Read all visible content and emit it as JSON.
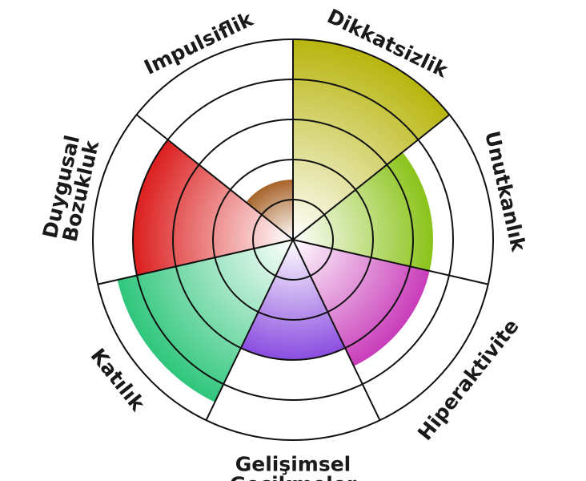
{
  "chart_data": {
    "type": "polar-area",
    "title": "",
    "ring_levels": 5,
    "max_value": 5,
    "categories": [
      {
        "label_lines": [
          "Dikkatsizlik"
        ],
        "value": 5,
        "color": "#b8b50e"
      },
      {
        "label_lines": [
          "Unutkanlık"
        ],
        "value": 3.5,
        "color": "#8bc31a"
      },
      {
        "label_lines": [
          "Hiperaktivite"
        ],
        "value": 3.5,
        "color": "#c93cba"
      },
      {
        "label_lines": [
          "Gelişimsel",
          "Gecikmeler"
        ],
        "value": 3,
        "color": "#8a4de0"
      },
      {
        "label_lines": [
          "Katılık"
        ],
        "value": 4.5,
        "color": "#2fc67c"
      },
      {
        "label_lines": [
          "Duygusal",
          "Bozukluk"
        ],
        "value": 4,
        "color": "#dc1e1e"
      },
      {
        "label_lines": [
          "Impulsiflik"
        ],
        "value": 1.5,
        "color": "#a8642a"
      }
    ]
  }
}
